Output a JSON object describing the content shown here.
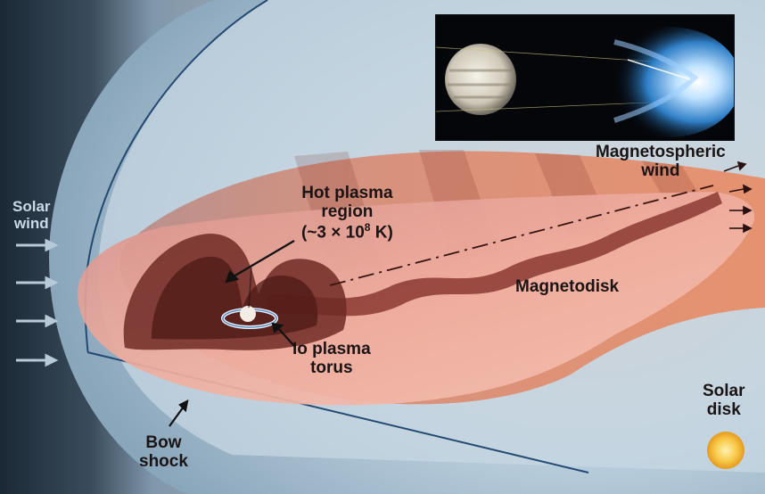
{
  "labels": {
    "solar_wind": [
      "Solar",
      "wind"
    ],
    "hot_plasma": [
      "Hot plasma",
      "region"
    ],
    "temperature": {
      "prefix": "(~3 × 10",
      "exp": "8",
      "suffix": " K)"
    },
    "magnetospheric_wind": [
      "Magnetospheric",
      "wind"
    ],
    "magnetodisk": "Magnetodisk",
    "io_torus": [
      "Io plasma",
      "torus"
    ],
    "bow_shock": [
      "Bow",
      "shock"
    ],
    "solar_disk": [
      "Solar",
      "disk"
    ]
  },
  "colors": {
    "sky_dark": "#1c2a36",
    "bow_shock_fill": "#b8cedd",
    "magnetosphere_fill": "#e8a08a",
    "magnetodisk_fill": "#f2b8a8",
    "inner_dark": "#7a2e26",
    "sun": "#f5c242",
    "label_dark": "#1a1414",
    "label_light": "#c9d9e6"
  }
}
